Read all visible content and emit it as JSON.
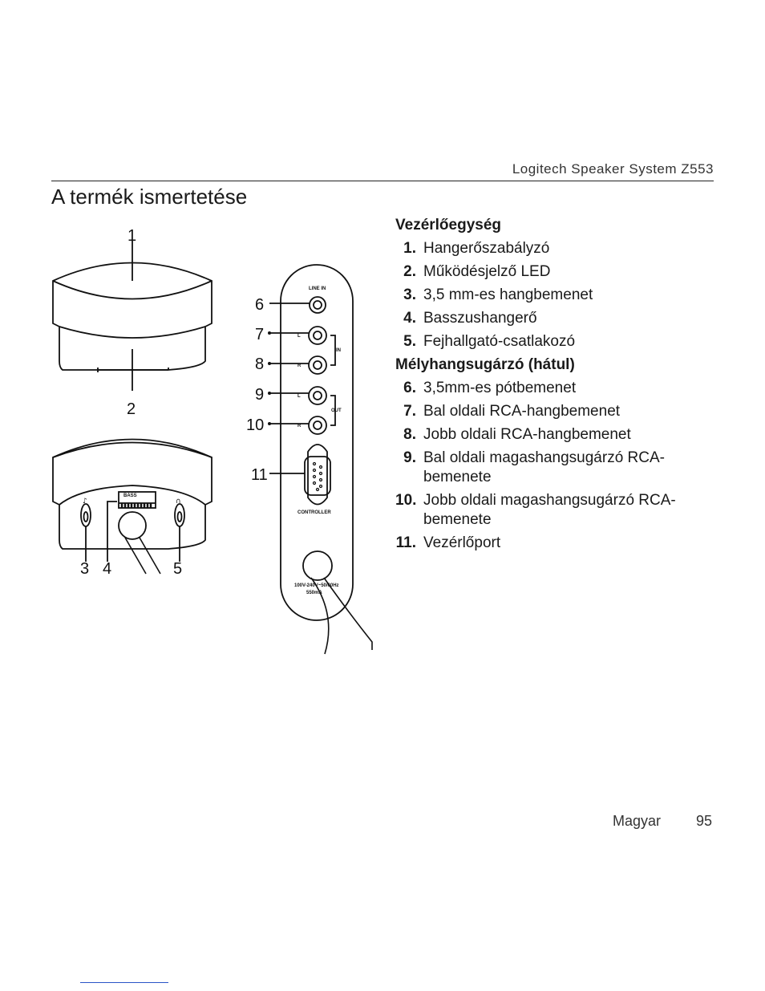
{
  "header": {
    "product": "Logitech Speaker System Z553"
  },
  "page_title": "A termék ismertetése",
  "control_pod": {
    "heading": "Vezérlőegység",
    "items": [
      {
        "num": "1.",
        "text": "Hangerőszabályzó"
      },
      {
        "num": "2.",
        "text": "Működésjelző LED"
      },
      {
        "num": "3.",
        "text": "3,5 mm-es hangbemenet"
      },
      {
        "num": "4.",
        "text": "Basszushangerő"
      },
      {
        "num": "5.",
        "text": "Fejhallgató-csatlakozó"
      }
    ]
  },
  "subwoofer": {
    "heading": "Mélyhangsugárzó (hátul)",
    "items": [
      {
        "num": "6.",
        "text": "3,5mm-es pótbemenet"
      },
      {
        "num": "7.",
        "text": "Bal oldali RCA-hangbemenet"
      },
      {
        "num": "8.",
        "text": "Jobb oldali RCA-hangbemenet"
      },
      {
        "num": "9.",
        "text": "Bal oldali magashangsugárzó RCA-bemenete"
      },
      {
        "num": "10.",
        "text": "Jobb oldali magashangsugárzó RCA-bemenete"
      },
      {
        "num": "11.",
        "text": "Vezérlőport"
      }
    ]
  },
  "figure": {
    "callouts": [
      "1",
      "2",
      "3",
      "4",
      "5",
      "6",
      "7",
      "8",
      "9",
      "10",
      "11"
    ],
    "panel_labels": {
      "bass": "BASS",
      "line_in": "LINE IN",
      "in": "IN",
      "out": "OUT",
      "controller": "CONTROLLER",
      "power_1": "100V-240V~50/60Hz",
      "power_2": "550mA",
      "l": "L",
      "r": "R"
    }
  },
  "footer": {
    "language": "Magyar",
    "page_number": "95"
  }
}
